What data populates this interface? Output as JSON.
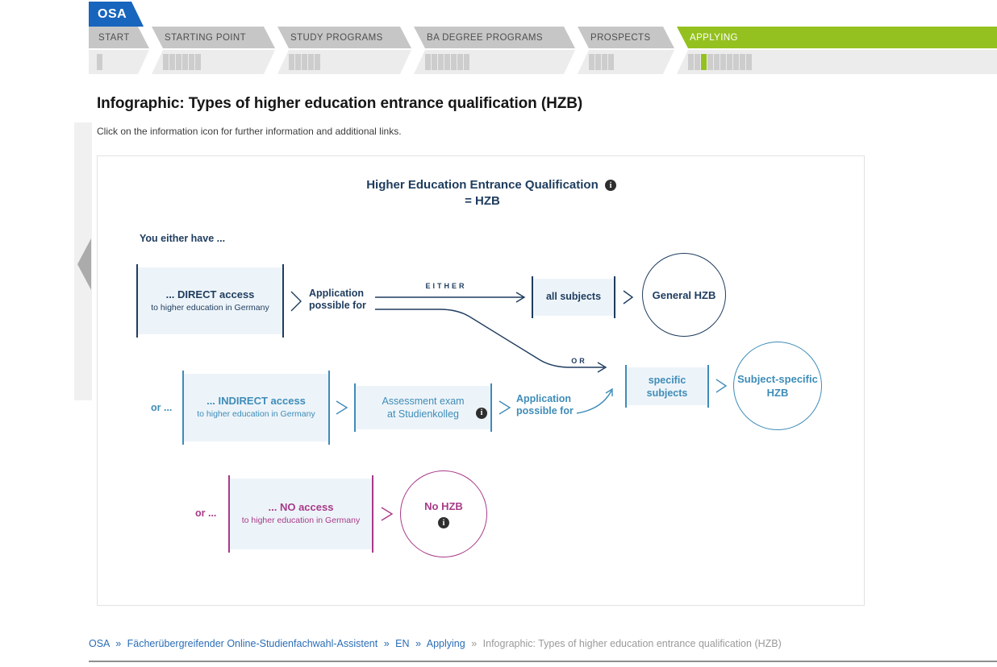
{
  "colors": {
    "brand_blue": "#1765bd",
    "accent_green": "#94c11f",
    "navy": "#1e3c5e",
    "teal": "#3e8cb8",
    "magenta": "#a83a88",
    "link_blue": "#2a6db5",
    "box_background": "#edf4f9"
  },
  "header": {
    "logo": "OSA",
    "tabs": [
      "START",
      "STARTING POINT",
      "STUDY PROGRAMS",
      "BA DEGREE PROGRAMS",
      "PROSPECTS",
      "APPLYING"
    ],
    "active_tab": "APPLYING"
  },
  "progress": {
    "sections": [
      {
        "tab": "START",
        "ticks": 1,
        "active_index": -1
      },
      {
        "tab": "STARTING POINT",
        "ticks": 6,
        "active_index": -1
      },
      {
        "tab": "STUDY PROGRAMS",
        "ticks": 5,
        "active_index": -1
      },
      {
        "tab": "BA DEGREE PROGRAMS",
        "ticks": 7,
        "active_index": -1
      },
      {
        "tab": "PROSPECTS",
        "ticks": 4,
        "active_index": -1
      },
      {
        "tab": "APPLYING",
        "ticks": 10,
        "active_index": 2
      }
    ]
  },
  "page": {
    "title": "Infographic: Types of higher education entrance qualification (HZB)",
    "instruction": "Click on the information icon for further information and additional links."
  },
  "diagram": {
    "title_line1": "Higher Education Entrance Qualification",
    "title_line2": "= HZB",
    "intro": "You either have ...",
    "either_label": "EITHER",
    "or_label": "OR",
    "row2_prefix": "or ...",
    "row3_prefix": "or ...",
    "direct": {
      "title": "... DIRECT access",
      "subtitle": "to higher education in Germany"
    },
    "application1": {
      "line1": "Application",
      "line2": "possible for"
    },
    "all_subjects": "all subjects",
    "general_hzb": "General HZB",
    "indirect": {
      "title": "... INDIRECT access",
      "subtitle": "to higher education in Germany"
    },
    "assessment": {
      "line1": "Assessment exam",
      "line2": "at Studienkolleg"
    },
    "application2": {
      "line1": "Application",
      "line2": "possible for"
    },
    "specific_subjects": {
      "line1": "specific",
      "line2": "subjects"
    },
    "subject_specific_hzb": {
      "line1": "Subject-specific",
      "line2": "HZB"
    },
    "no_access": {
      "title": "... NO access",
      "subtitle": "to higher education in Germany"
    },
    "no_hzb": "No HZB",
    "info_icon": "i"
  },
  "breadcrumb": {
    "separator": "»",
    "items": [
      {
        "label": "OSA",
        "is_link": true
      },
      {
        "label": "Fächerübergreifender Online-Studienfachwahl-Assistent",
        "is_link": true
      },
      {
        "label": "EN",
        "is_link": true
      },
      {
        "label": "Applying",
        "is_link": true
      },
      {
        "label": "Infographic: Types of higher education entrance qualification (HZB)",
        "is_link": false
      }
    ]
  }
}
